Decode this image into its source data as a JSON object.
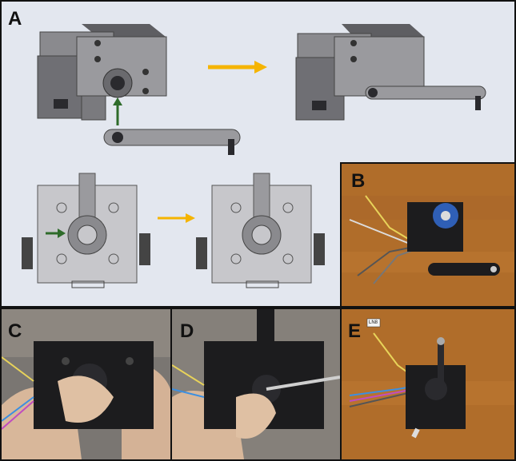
{
  "panels": {
    "a": {
      "label": "A"
    },
    "b": {
      "label": "B"
    },
    "c": {
      "label": "C"
    },
    "d": {
      "label": "D"
    },
    "e": {
      "label": "E"
    }
  },
  "colors": {
    "diagram_bg": "#e3e7ef",
    "cad_gray": "#8a8a8e",
    "cad_dark": "#2a2a2e",
    "arrow_orange": "#f5b400",
    "arrow_green": "#2e6b2a",
    "wood": "#b06d2a",
    "plastic_black": "#1c1c1e"
  },
  "photo_e_tag": "LN8"
}
